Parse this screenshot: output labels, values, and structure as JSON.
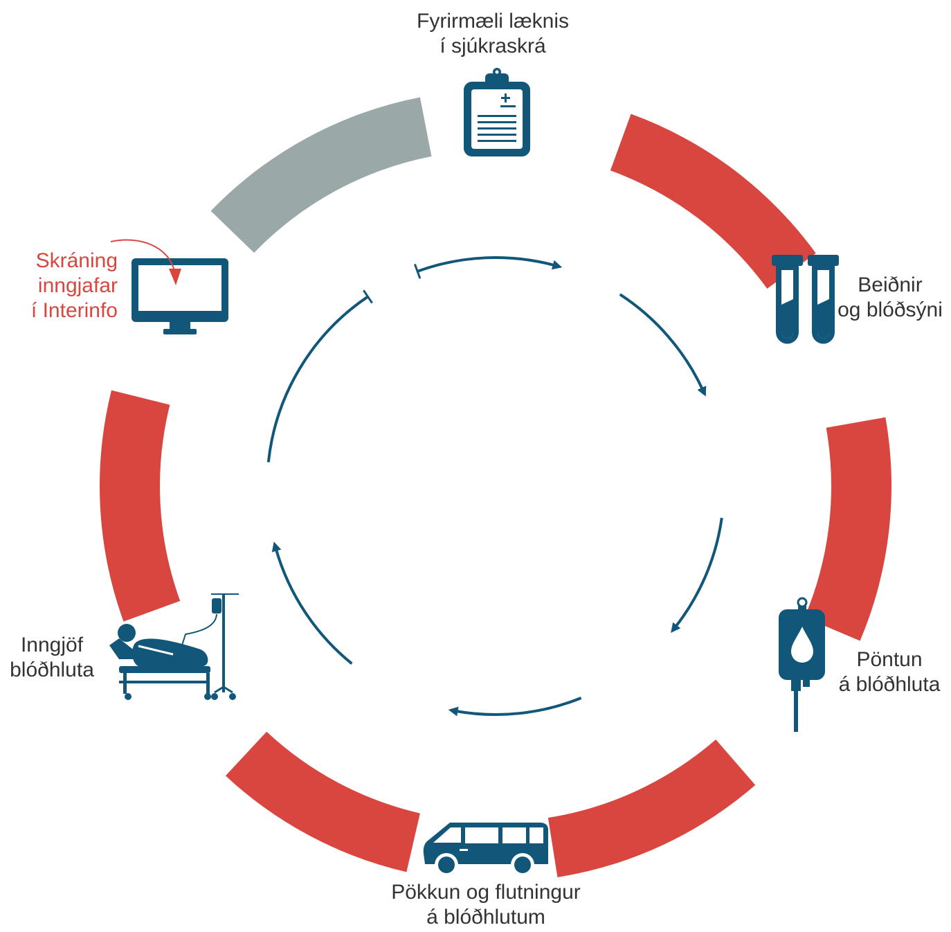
{
  "colors": {
    "accent_red": "#d9463f",
    "grey_segment": "#9aa9a8",
    "icon_blue": "#12577a",
    "text": "#333333"
  },
  "steps": {
    "prescription": {
      "line1": "Fyrirmæli læknis",
      "line2": "í sjúkraskrá",
      "icon": "clipboard-icon"
    },
    "requests": {
      "line1": "Beiðnir",
      "line2": "og blóðsýni",
      "icon": "test-tubes-icon"
    },
    "order": {
      "line1": "Pöntun",
      "line2": "á blóðhluta",
      "icon": "blood-bag-icon"
    },
    "transport": {
      "line1": "Pökkun og flutningur",
      "line2": "á blóðhlutum",
      "icon": "van-icon"
    },
    "transfusion": {
      "line1": "Inngjöf",
      "line2": "blóðhluta",
      "icon": "patient-bed-icon"
    },
    "registration": {
      "line1": "Skráning",
      "line2": "inngjafar",
      "line3": "í Interinfo",
      "icon": "monitor-icon"
    }
  }
}
